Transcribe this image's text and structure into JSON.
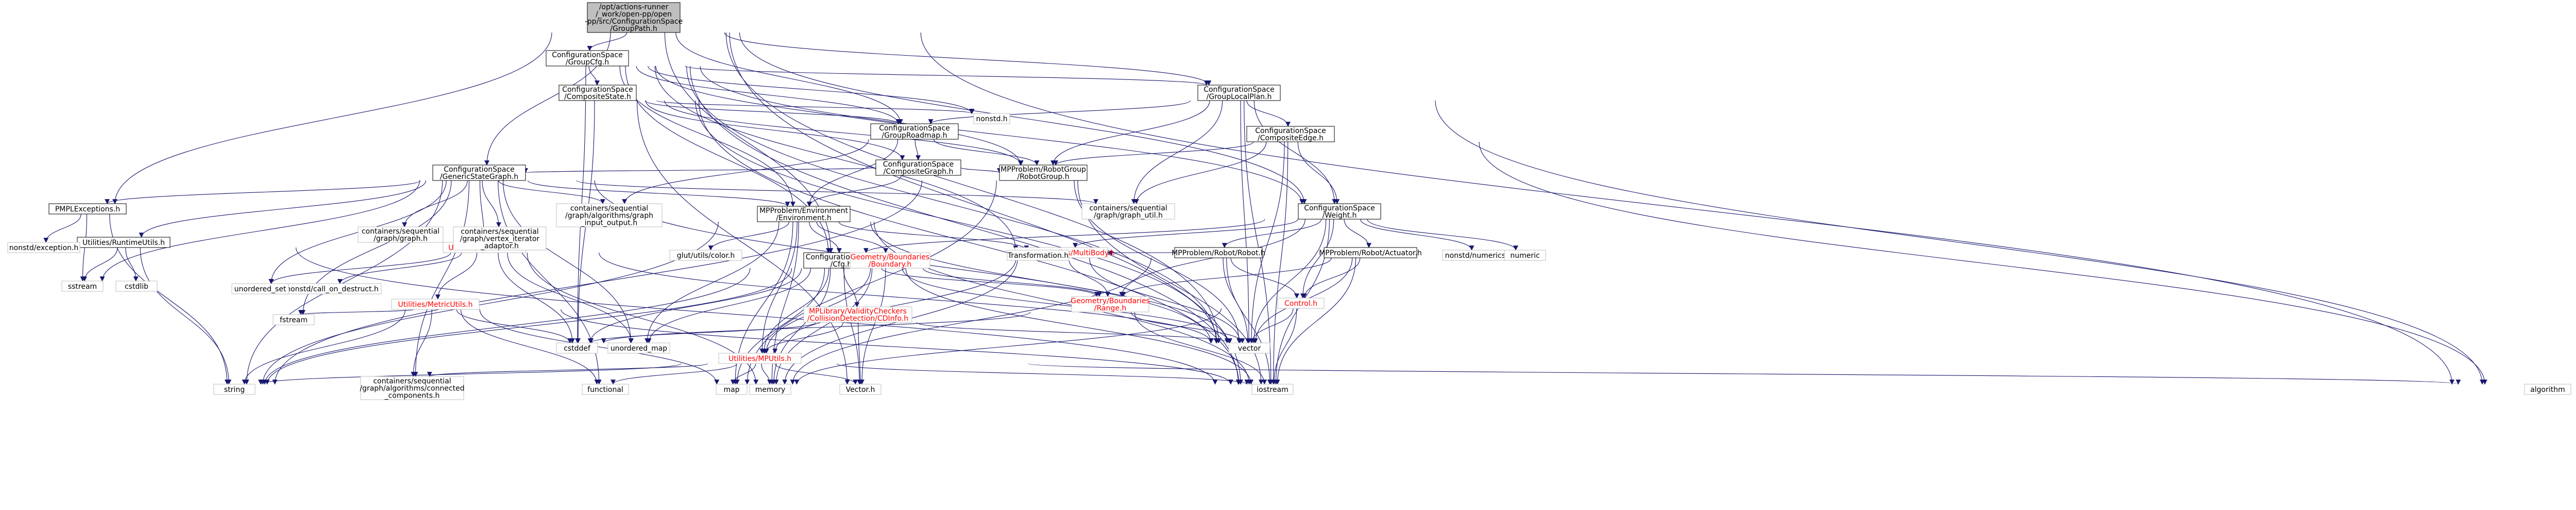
{
  "colors": {
    "edge": "#191970",
    "root_fill": "#bfbfbf",
    "border": "#000000",
    "missing_border": "#bfbfbf",
    "error_text": "#ff0000"
  },
  "nodes": [
    {
      "id": "root",
      "type": "root",
      "lines": [
        "/opt/actions-runner",
        "/_work/open-pp/open",
        "-pp/src/ConfigurationSpace",
        "/GroupPath.h"
      ]
    },
    {
      "id": "groupcfg",
      "type": "linked",
      "lines": [
        "ConfigurationSpace",
        "/GroupCfg.h"
      ]
    },
    {
      "id": "compstate",
      "type": "linked",
      "lines": [
        "ConfigurationSpace",
        "/CompositeState.h"
      ]
    },
    {
      "id": "grouplocal",
      "type": "linked",
      "lines": [
        "ConfigurationSpace",
        "/GroupLocalPlan.h"
      ]
    },
    {
      "id": "grouproadmap",
      "type": "linked",
      "lines": [
        "ConfigurationSpace",
        "/GroupRoadmap.h"
      ]
    },
    {
      "id": "compedge",
      "type": "linked",
      "lines": [
        "ConfigurationSpace",
        "/CompositeEdge.h"
      ]
    },
    {
      "id": "compgraph",
      "type": "linked",
      "lines": [
        "ConfigurationSpace",
        "/CompositeGraph.h"
      ]
    },
    {
      "id": "generic",
      "type": "linked",
      "lines": [
        "ConfigurationSpace",
        "/GenericStateGraph.h"
      ]
    },
    {
      "id": "robotgroup",
      "type": "linked",
      "lines": [
        "MPProblem/RobotGroup",
        "/RobotGroup.h"
      ]
    },
    {
      "id": "weight",
      "type": "linked",
      "lines": [
        "ConfigurationSpace",
        "/Weight.h"
      ]
    },
    {
      "id": "pmplexc",
      "type": "linked",
      "lines": [
        "PMPLExceptions.h"
      ]
    },
    {
      "id": "runtime",
      "type": "linked",
      "lines": [
        "Utilities/RuntimeUtils.h"
      ]
    },
    {
      "id": "env",
      "type": "linked",
      "lines": [
        "MPProblem/Environment",
        "/Environment.h"
      ]
    },
    {
      "id": "cctracker",
      "type": "err",
      "lines": [
        "Utilities/CCTracker.h"
      ]
    },
    {
      "id": "cfg",
      "type": "linked",
      "lines": [
        "ConfigurationSpace",
        "/Cfg.h"
      ]
    },
    {
      "id": "boundary",
      "type": "err",
      "lines": [
        "Geometry/Boundaries",
        "/Boundary.h"
      ]
    },
    {
      "id": "multibody",
      "type": "err",
      "lines": [
        "Geometry/Bodies/MultiBody.h"
      ]
    },
    {
      "id": "robot",
      "type": "linked",
      "lines": [
        "MPProblem/Robot/Robot.h"
      ]
    },
    {
      "id": "actuator",
      "type": "linked",
      "lines": [
        "MPProblem/Robot/Actuator.h"
      ]
    },
    {
      "id": "metric",
      "type": "err",
      "lines": [
        "Utilities/MetricUtils.h"
      ]
    },
    {
      "id": "collision",
      "type": "err",
      "lines": [
        "MPLibrary/ValidityCheckers",
        "/CollisionDetection/CDInfo.h"
      ]
    },
    {
      "id": "mputils",
      "type": "err",
      "lines": [
        "Utilities/MPUtils.h"
      ]
    },
    {
      "id": "range",
      "type": "err",
      "lines": [
        "Geometry/Boundaries",
        "/Range.h"
      ]
    },
    {
      "id": "control",
      "type": "err",
      "lines": [
        "Control.h"
      ]
    },
    {
      "id": "nonstd",
      "type": "missing",
      "lines": [
        "nonstd.h"
      ]
    },
    {
      "id": "graphutil",
      "type": "missing",
      "lines": [
        "containers/sequential",
        "/graph/graph_util.h"
      ]
    },
    {
      "id": "graphio",
      "type": "missing",
      "lines": [
        "containers/sequential",
        "/graph/algorithms/graph",
        "_input_output.h"
      ]
    },
    {
      "id": "seqgraph",
      "type": "missing",
      "lines": [
        "containers/sequential",
        "/graph/graph.h"
      ]
    },
    {
      "id": "vertexiter",
      "type": "missing",
      "lines": [
        "containers/sequential",
        "/graph/vertex_iterator",
        "_adaptor.h"
      ]
    },
    {
      "id": "glut",
      "type": "missing",
      "lines": [
        "glut/utils/color.h"
      ]
    },
    {
      "id": "transform",
      "type": "missing",
      "lines": [
        "Transformation.h"
      ]
    },
    {
      "id": "numerics",
      "type": "missing",
      "lines": [
        "nonstd/numerics.h"
      ]
    },
    {
      "id": "numeric",
      "type": "missing",
      "lines": [
        "numeric"
      ]
    },
    {
      "id": "nonstdexc",
      "type": "missing",
      "lines": [
        "nonstd/exception.h"
      ]
    },
    {
      "id": "sstream",
      "type": "missing",
      "lines": [
        "sstream"
      ]
    },
    {
      "id": "cstdlib",
      "type": "missing",
      "lines": [
        "cstdlib"
      ]
    },
    {
      "id": "callondestruct",
      "type": "missing",
      "lines": [
        "nonstd/call_on_destruct.h"
      ]
    },
    {
      "id": "unorderedset",
      "type": "missing",
      "lines": [
        "unordered_set"
      ]
    },
    {
      "id": "fstream",
      "type": "missing",
      "lines": [
        "fstream"
      ]
    },
    {
      "id": "cstddef",
      "type": "missing",
      "lines": [
        "cstddef"
      ]
    },
    {
      "id": "unorderedmap",
      "type": "missing",
      "lines": [
        "unordered_map"
      ]
    },
    {
      "id": "vector",
      "type": "missing",
      "lines": [
        "vector"
      ]
    },
    {
      "id": "string",
      "type": "missing",
      "lines": [
        "string"
      ]
    },
    {
      "id": "connected",
      "type": "missing",
      "lines": [
        "containers/sequential",
        "/graph/algorithms/connected",
        "_components.h"
      ]
    },
    {
      "id": "functional",
      "type": "missing",
      "lines": [
        "functional"
      ]
    },
    {
      "id": "map",
      "type": "missing",
      "lines": [
        "map"
      ]
    },
    {
      "id": "memory",
      "type": "missing",
      "lines": [
        "memory"
      ]
    },
    {
      "id": "vectorh",
      "type": "missing",
      "lines": [
        "Vector.h"
      ]
    },
    {
      "id": "iostream",
      "type": "missing",
      "lines": [
        "iostream"
      ]
    },
    {
      "id": "algorithm",
      "type": "missing",
      "lines": [
        "algorithm"
      ]
    }
  ]
}
